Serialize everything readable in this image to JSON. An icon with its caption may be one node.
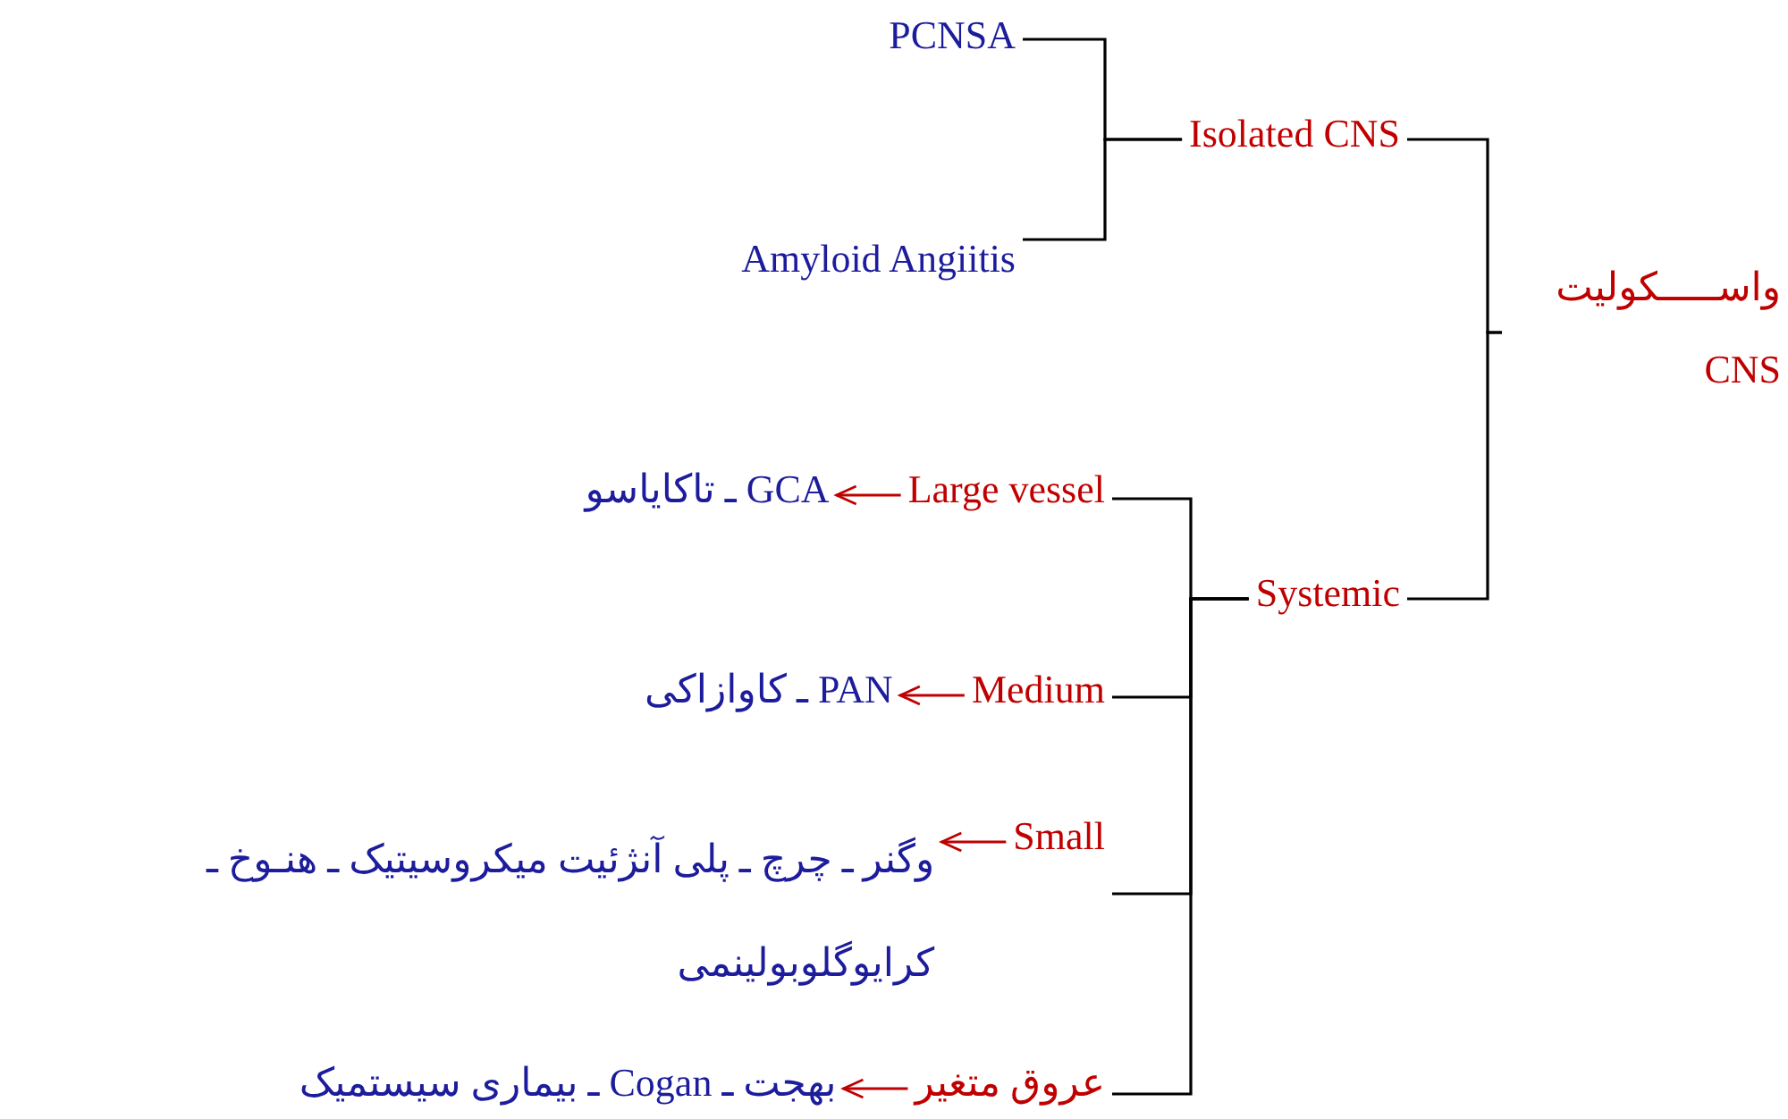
{
  "diagram": {
    "nodes": [
      {
        "text": [
          "PCNSA"
        ]
      },
      {
        "text": [
          "Isolated CNS"
        ]
      },
      {
        "text": [
          "Amyloid Angiitis"
        ]
      },
      {
        "text": [
          "واســـــکولیت CNS"
        ]
      },
      {
        "text": [
          "Large vessel"
        ]
      },
      {
        "text": [
          "GCA ـ تاکایاسو"
        ]
      },
      {
        "text": [
          "Systemic"
        ]
      },
      {
        "text": [
          "Medium"
        ]
      },
      {
        "text": [
          "PAN ـ کاوازاکی"
        ]
      },
      {
        "text": [
          "Small"
        ]
      },
      {
        "text": [
          "وگنر ـ چرچ ـ پلی آنژئیت میکروسیتیک ـ هنـوخ ـ کرایوگلوبولینمی"
        ]
      },
      {
        "text": [
          "عروق متغیر"
        ]
      },
      {
        "text": [
          "بهجت ـ Cogan ـ بیماری سیستمیک"
        ]
      }
    ],
    "edges": [
      {
        "from": 0,
        "to": 1,
        "arrow": "none"
      },
      {
        "from": 2,
        "to": 1,
        "arrow": "none"
      },
      {
        "from": 1,
        "to": 3,
        "arrow": "none"
      },
      {
        "from": 6,
        "to": 3,
        "arrow": "none"
      },
      {
        "from": 4,
        "to": 6,
        "arrow": "none"
      },
      {
        "from": 7,
        "to": 6,
        "arrow": "none"
      },
      {
        "from": 9,
        "to": 6,
        "arrow": "none"
      },
      {
        "from": 11,
        "to": 6,
        "arrow": "none"
      },
      {
        "from": 4,
        "to": 5,
        "arrow": "to",
        "color": "#c00000"
      },
      {
        "from": 7,
        "to": 8,
        "arrow": "to",
        "color": "#c00000"
      },
      {
        "from": 9,
        "to": 10,
        "arrow": "to",
        "color": "#c00000"
      },
      {
        "from": 11,
        "to": 12,
        "arrow": "to",
        "color": "#c00000"
      }
    ]
  }
}
